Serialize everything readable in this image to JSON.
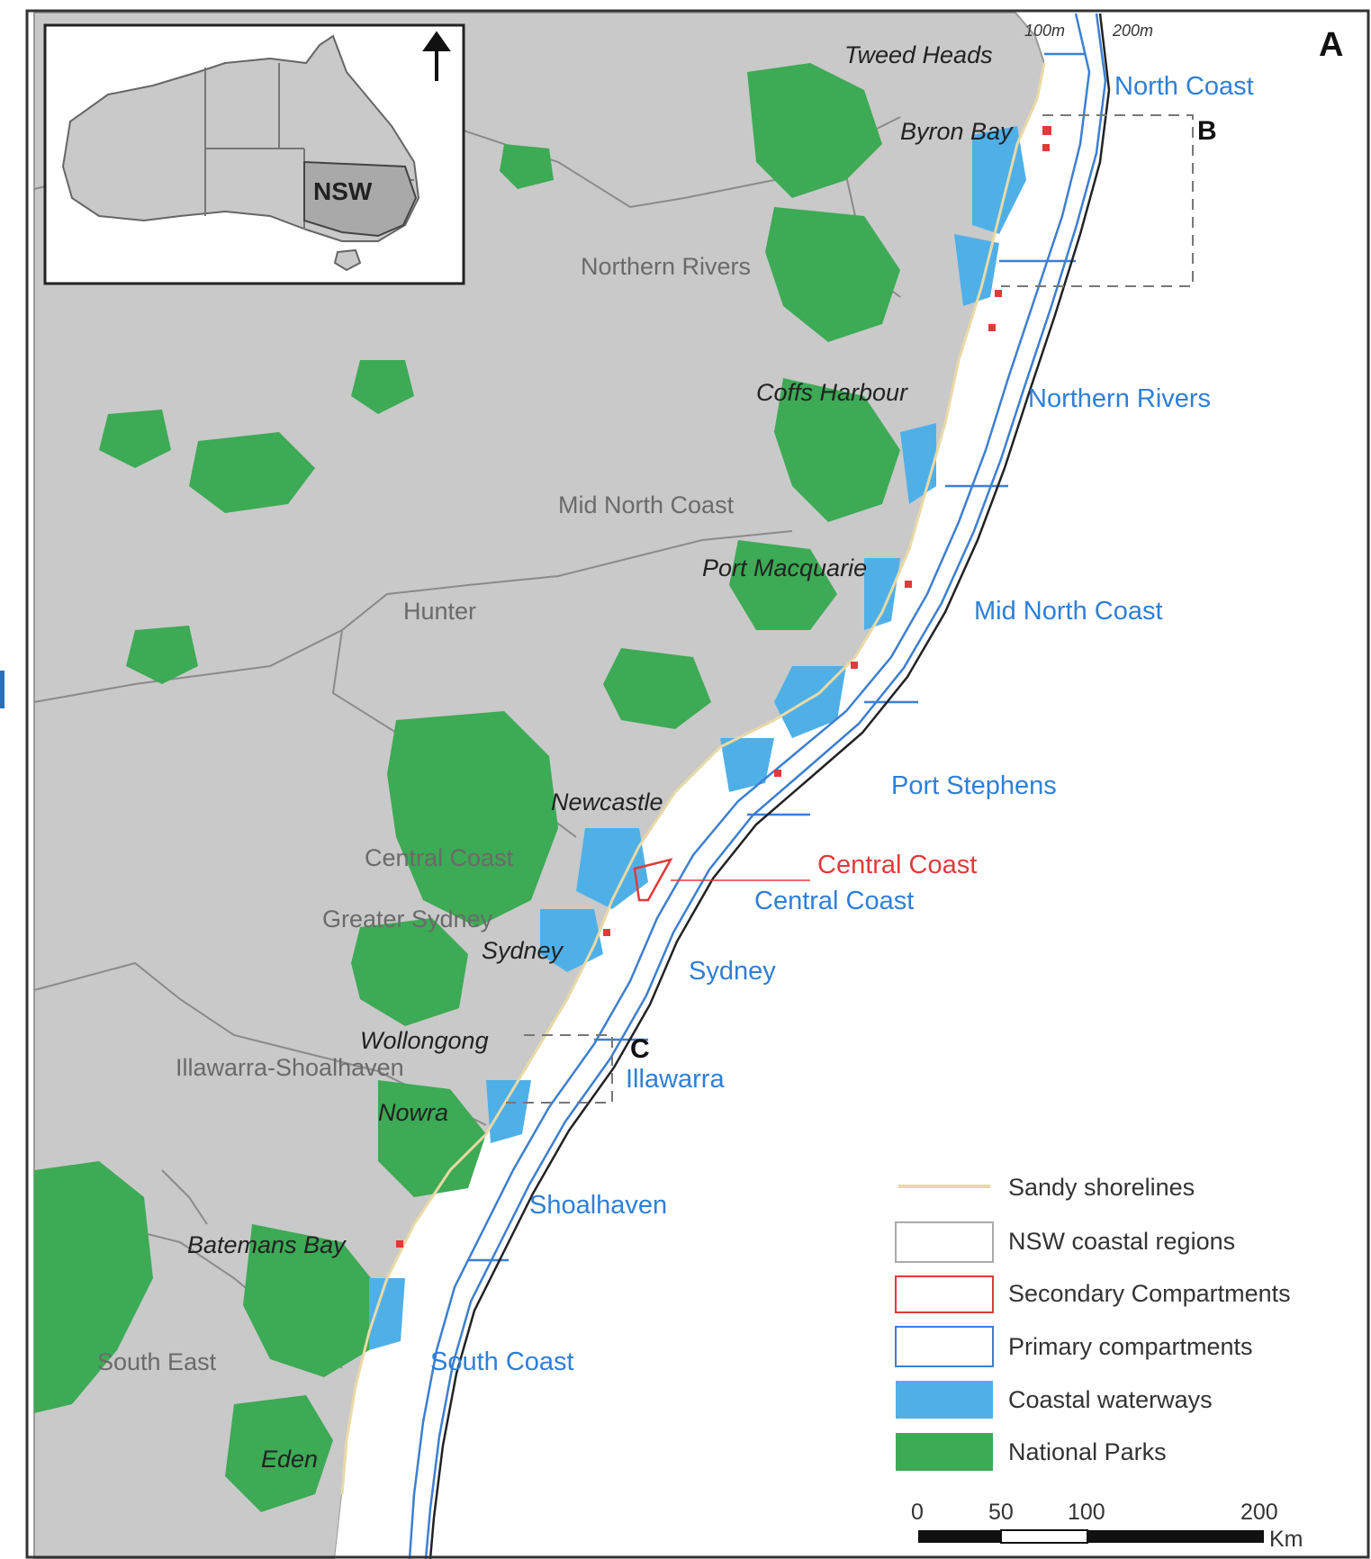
{
  "panels": {
    "a": "A",
    "b": "B",
    "c": "C"
  },
  "inset": {
    "state": "NSW",
    "north_arrow": "north-arrow-icon"
  },
  "contours": {
    "c100": "100m",
    "c200": "200m"
  },
  "towns": {
    "tweed_heads": "Tweed Heads",
    "byron_bay": "Byron Bay",
    "coffs_harbour": "Coffs Harbour",
    "port_macquarie": "Port Macquarie",
    "newcastle": "Newcastle",
    "sydney": "Sydney",
    "wollongong": "Wollongong",
    "nowra": "Nowra",
    "batemans_bay": "Batemans Bay",
    "eden": "Eden"
  },
  "regions": {
    "northern_rivers": "Northern Rivers",
    "mid_north_coast": "Mid North Coast",
    "hunter": "Hunter",
    "central_coast": "Central Coast",
    "greater_sydney": "Greater Sydney",
    "illawarra_shoalhaven": "Illawarra-Shoalhaven",
    "south_east": "South East"
  },
  "primary_compartments": {
    "north_coast": "North Coast",
    "northern_rivers": "Northern Rivers",
    "mid_north_coast": "Mid North Coast",
    "port_stephens": "Port Stephens",
    "central_coast": "Central Coast",
    "sydney": "Sydney",
    "illawarra": "Illawarra",
    "shoalhaven": "Shoalhaven",
    "south_coast": "South Coast"
  },
  "secondary_compartments": {
    "central_coast": "Central Coast"
  },
  "legend": {
    "sandy": "Sandy shorelines",
    "regions": "NSW coastal regions",
    "secondary": "Secondary Compartments",
    "primary": "Primary compartments",
    "waterways": "Coastal waterways",
    "parks": "National Parks"
  },
  "scale": {
    "t0": "0",
    "t50": "50",
    "t100": "100",
    "t200": "200",
    "unit": "Km"
  },
  "colors": {
    "land": "#c9c9c9",
    "park": "#3daa55",
    "water": "#4fb0e8",
    "primary_line": "#3d7fd0",
    "secondary_line": "#e03a3a",
    "sandy": "#e8d9a6"
  }
}
